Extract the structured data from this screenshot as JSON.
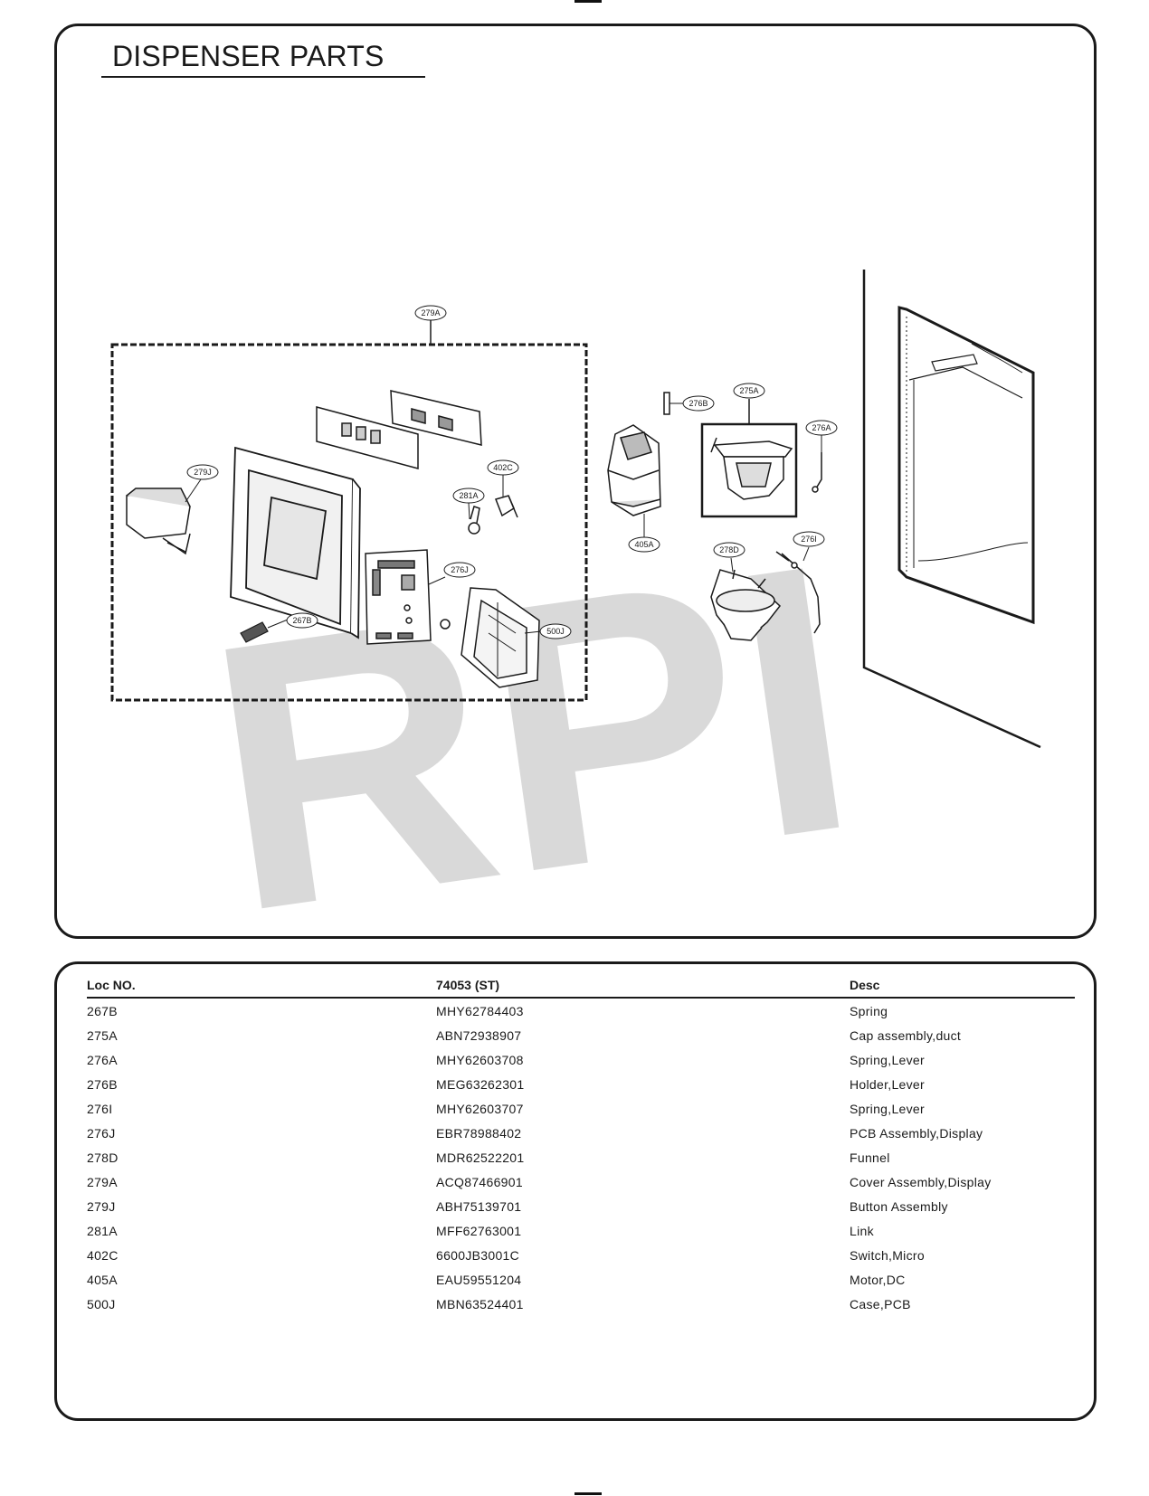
{
  "page": {
    "title": "DISPENSER PARTS",
    "watermark": "RPI"
  },
  "diagram": {
    "callouts": [
      "279A",
      "279J",
      "281A",
      "402C",
      "276J",
      "267B",
      "500J",
      "276B",
      "275A",
      "276A",
      "405A",
      "278D",
      "276I"
    ]
  },
  "table": {
    "headers": {
      "loc": "Loc NO.",
      "part": "74053 (ST)",
      "desc": "Desc"
    },
    "rows": [
      {
        "loc": "267B",
        "part": "MHY62784403",
        "desc": "Spring"
      },
      {
        "loc": "275A",
        "part": "ABN72938907",
        "desc": "Cap assembly,duct"
      },
      {
        "loc": "276A",
        "part": "MHY62603708",
        "desc": "Spring,Lever"
      },
      {
        "loc": "276B",
        "part": "MEG63262301",
        "desc": "Holder,Lever"
      },
      {
        "loc": "276I",
        "part": "MHY62603707",
        "desc": "Spring,Lever"
      },
      {
        "loc": "276J",
        "part": "EBR78988402",
        "desc": "PCB Assembly,Display"
      },
      {
        "loc": "278D",
        "part": "MDR62522201",
        "desc": "Funnel"
      },
      {
        "loc": "279A",
        "part": "ACQ87466901",
        "desc": "Cover Assembly,Display"
      },
      {
        "loc": "279J",
        "part": "ABH75139701",
        "desc": "Button Assembly"
      },
      {
        "loc": "281A",
        "part": "MFF62763001",
        "desc": "Link"
      },
      {
        "loc": "402C",
        "part": "6600JB3001C",
        "desc": "Switch,Micro"
      },
      {
        "loc": "405A",
        "part": "EAU59551204",
        "desc": "Motor,DC"
      },
      {
        "loc": "500J",
        "part": "MBN63524401",
        "desc": "Case,PCB"
      }
    ]
  }
}
